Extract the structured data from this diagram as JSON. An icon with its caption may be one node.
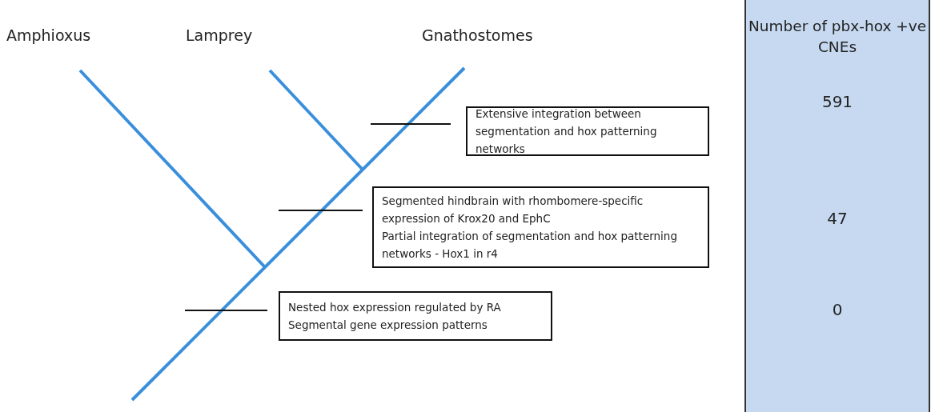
{
  "diagram": {
    "nodes": [
      {
        "text": [
          "Extensive integration between segmentation and hox patterning networks"
        ]
      },
      {
        "text": [
          "Segmented hindbrain with rhombomere-specific expression of Krox20 and EphC",
          "Partial integration of segmentation and hox patterning networks - Hox1 in r4"
        ]
      },
      {
        "text": [
          "Nested hox expression regulated by RA",
          "Segmental gene expression patterns"
        ]
      },
      {
        "text": [
          "Number of pbx-hox +ve CNEs",
          "591",
          "47",
          "0"
        ]
      }
    ],
    "labels": [
      "Amphioxus",
      "Lamprey",
      "Gnathostomes"
    ]
  }
}
